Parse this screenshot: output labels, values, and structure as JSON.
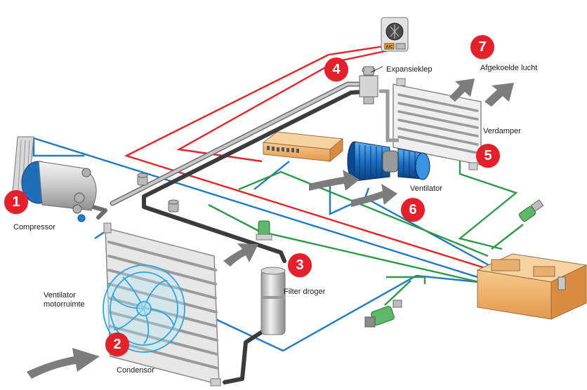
{
  "components": {
    "compressor": {
      "number": "1",
      "label": "Compressor"
    },
    "condenser": {
      "number": "2",
      "label": "Condensor"
    },
    "filter_dryer": {
      "number": "3",
      "label": "Filter droger"
    },
    "expansion_valve": {
      "number": "4",
      "label": "Expansieklep"
    },
    "evaporator": {
      "number": "5",
      "label": "Verdamper"
    },
    "blower": {
      "number": "6",
      "label": "Ventilator"
    },
    "cooled_air": {
      "number": "7",
      "label": "Afgekoelde lucht"
    },
    "engine_fan": {
      "label_line1": "Ventilator",
      "label_line2": "motorruimte"
    }
  },
  "ac_panel": {
    "button_text": "A/C"
  },
  "colors": {
    "badge": "#e4202a",
    "wire_red": "#e3262b",
    "wire_blue": "#1f7ac4",
    "wire_green": "#2e9a46",
    "pipe": "#5a5a5a",
    "ecu": "#f1b672",
    "airflow": "#7c7c7c",
    "fan": "#2aa7de"
  }
}
